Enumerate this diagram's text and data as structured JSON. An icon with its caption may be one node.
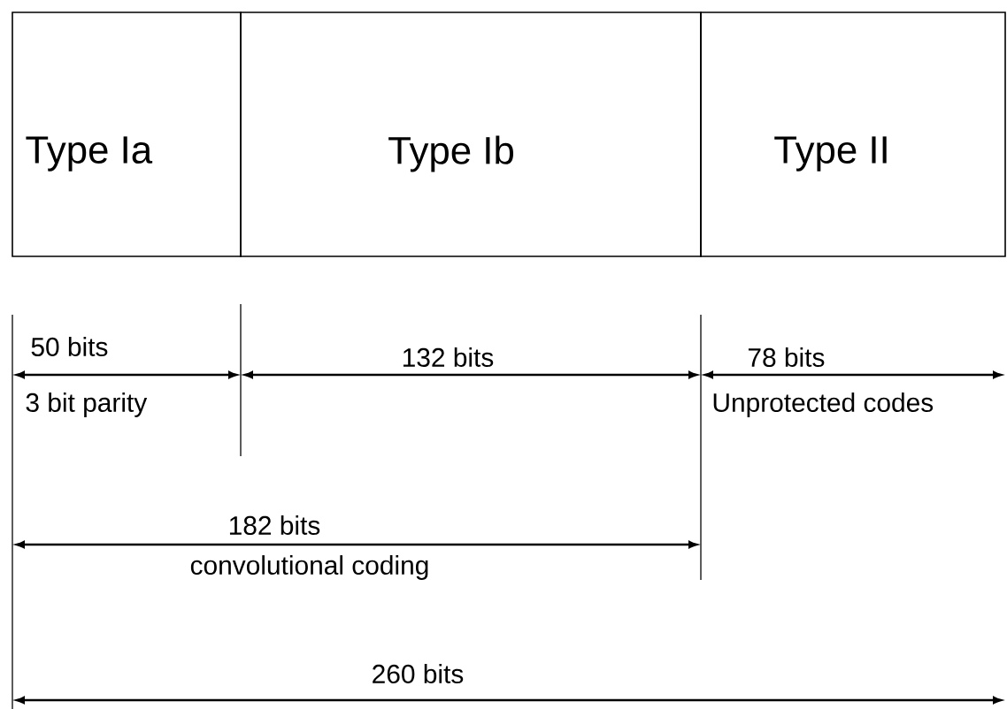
{
  "diagram": {
    "nodes": [
      {
        "text": [
          "Type Ia"
        ]
      },
      {
        "text": [
          "Type Ib"
        ]
      },
      {
        "text": [
          "Type II"
        ]
      }
    ],
    "labels": [
      "50 bits",
      "132 bits",
      "78 bits",
      "3 bit parity",
      "Unprotected codes",
      "182 bits",
      "convolutional coding",
      "260 bits"
    ]
  }
}
